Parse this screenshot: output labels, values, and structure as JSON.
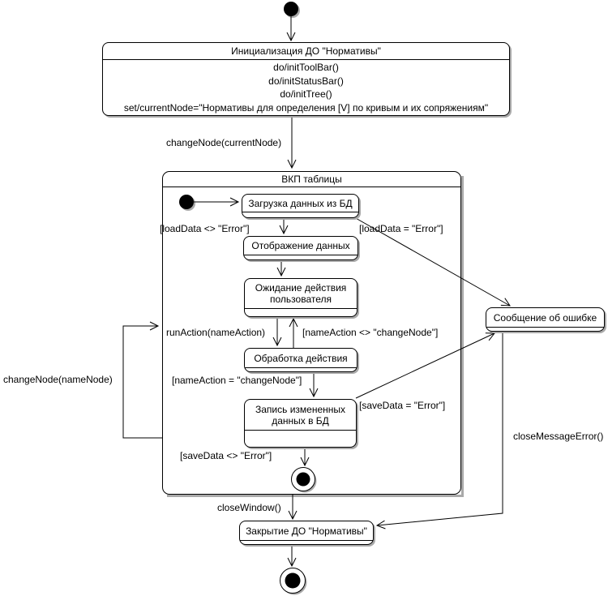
{
  "diagram_type": "UML state diagram",
  "colors": {
    "line": "#000000",
    "state_fill": "#ffffff",
    "shadow": "#a9a9a9",
    "background": "#ffffff"
  },
  "states": {
    "init": {
      "title": "Инициализация ДО \"Нормативы\"",
      "actions": [
        "do/initToolBar()",
        "do/initStatusBar()",
        "do/initTree()",
        "set/currentNode=\"Нормативы для определения [V] по кривым и их сопряжениям\""
      ]
    },
    "vkp": {
      "title": "ВКП таблицы"
    },
    "load": {
      "title": "Загрузка данных из БД"
    },
    "display": {
      "title": "Отображение данных"
    },
    "wait": {
      "title": "Ожидание действия пользователя"
    },
    "action": {
      "title": "Обработка действия"
    },
    "save": {
      "title": "Запись измененных данных в БД"
    },
    "error": {
      "title": "Сообщение об ошибке"
    },
    "close": {
      "title": "Закрытие ДО \"Нормативы\""
    }
  },
  "transitions": {
    "change_node_current": "changeNode(currentNode)",
    "load_ok": "[loadData <> \"Error\"]",
    "load_error": "[loadData = \"Error\"]",
    "run_action": "runAction(nameAction)",
    "name_action_not_change": "[nameAction <> \"changeNode\"]",
    "name_action_change": "[nameAction = \"changeNode\"]",
    "save_error": "[saveData = \"Error\"]",
    "save_ok": "[saveData <> \"Error\"]",
    "change_node_name": "changeNode(nameNode)",
    "close_window": "closeWindow()",
    "close_message_error": "closeMessageError()"
  }
}
